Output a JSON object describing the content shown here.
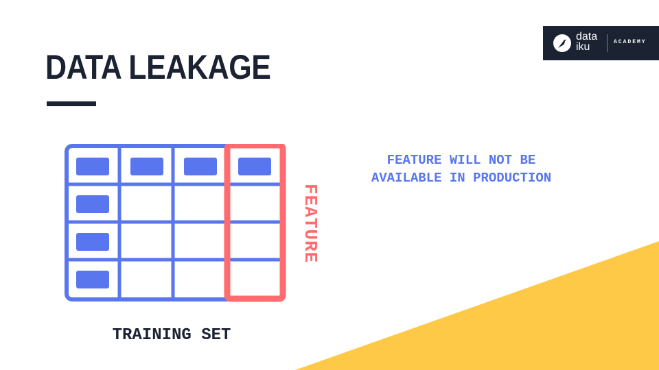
{
  "slide": {
    "title": "DATA LEAKAGE",
    "callout": "FEATURE WILL NOT BE AVAILABLE IN PRODUCTION",
    "feature_label": "FEATURE",
    "caption": "TRAINING SET"
  },
  "logo": {
    "word_line1": "data",
    "word_line2": "iku",
    "tag": "ACADEMY",
    "icon": "bird-icon"
  },
  "table_diagram": {
    "rows": 4,
    "columns": 4,
    "highlighted_column": 4
  },
  "colors": {
    "dark": "#1b2232",
    "blue": "#5976ee",
    "red": "#ff6b6e",
    "yellow": "#fec946"
  }
}
